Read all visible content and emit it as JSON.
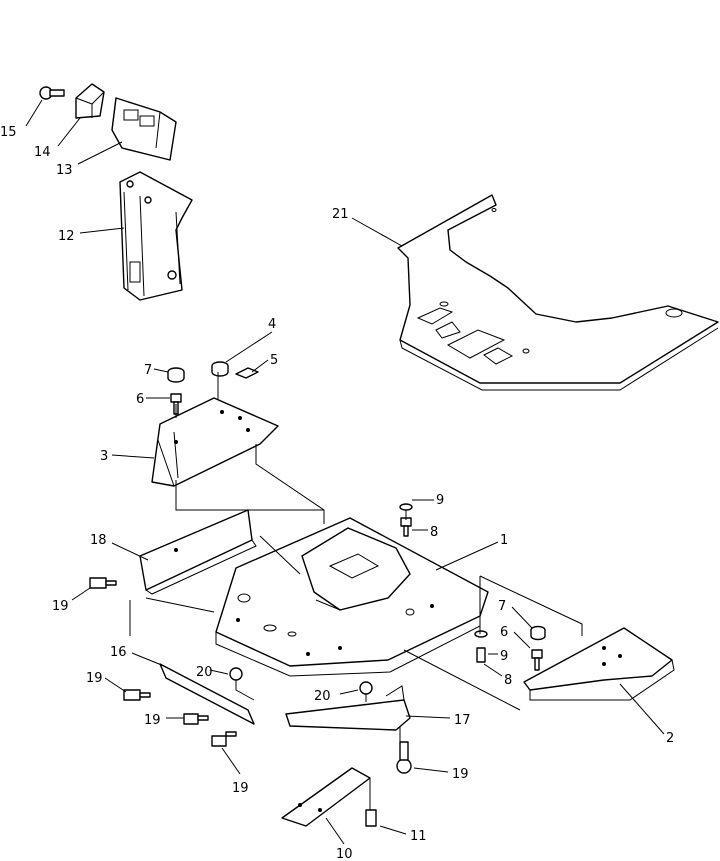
{
  "callouts": [
    {
      "id": "c1",
      "label": "1"
    },
    {
      "id": "c2",
      "label": "2"
    },
    {
      "id": "c3",
      "label": "3"
    },
    {
      "id": "c4",
      "label": "4"
    },
    {
      "id": "c5",
      "label": "5"
    },
    {
      "id": "c6a",
      "label": "6"
    },
    {
      "id": "c6b",
      "label": "6"
    },
    {
      "id": "c7a",
      "label": "7"
    },
    {
      "id": "c7b",
      "label": "7"
    },
    {
      "id": "c8a",
      "label": "8"
    },
    {
      "id": "c8b",
      "label": "8"
    },
    {
      "id": "c9a",
      "label": "9"
    },
    {
      "id": "c9b",
      "label": "9"
    },
    {
      "id": "c10",
      "label": "10"
    },
    {
      "id": "c11",
      "label": "11"
    },
    {
      "id": "c12",
      "label": "12"
    },
    {
      "id": "c13",
      "label": "13"
    },
    {
      "id": "c14",
      "label": "14"
    },
    {
      "id": "c15",
      "label": "15"
    },
    {
      "id": "c16",
      "label": "16"
    },
    {
      "id": "c17",
      "label": "17"
    },
    {
      "id": "c18",
      "label": "18"
    },
    {
      "id": "c19a",
      "label": "19"
    },
    {
      "id": "c19b",
      "label": "19"
    },
    {
      "id": "c19c",
      "label": "19"
    },
    {
      "id": "c19d",
      "label": "19"
    },
    {
      "id": "c19e",
      "label": "19"
    },
    {
      "id": "c20a",
      "label": "20"
    },
    {
      "id": "c20b",
      "label": "20"
    },
    {
      "id": "c21",
      "label": "21"
    }
  ]
}
